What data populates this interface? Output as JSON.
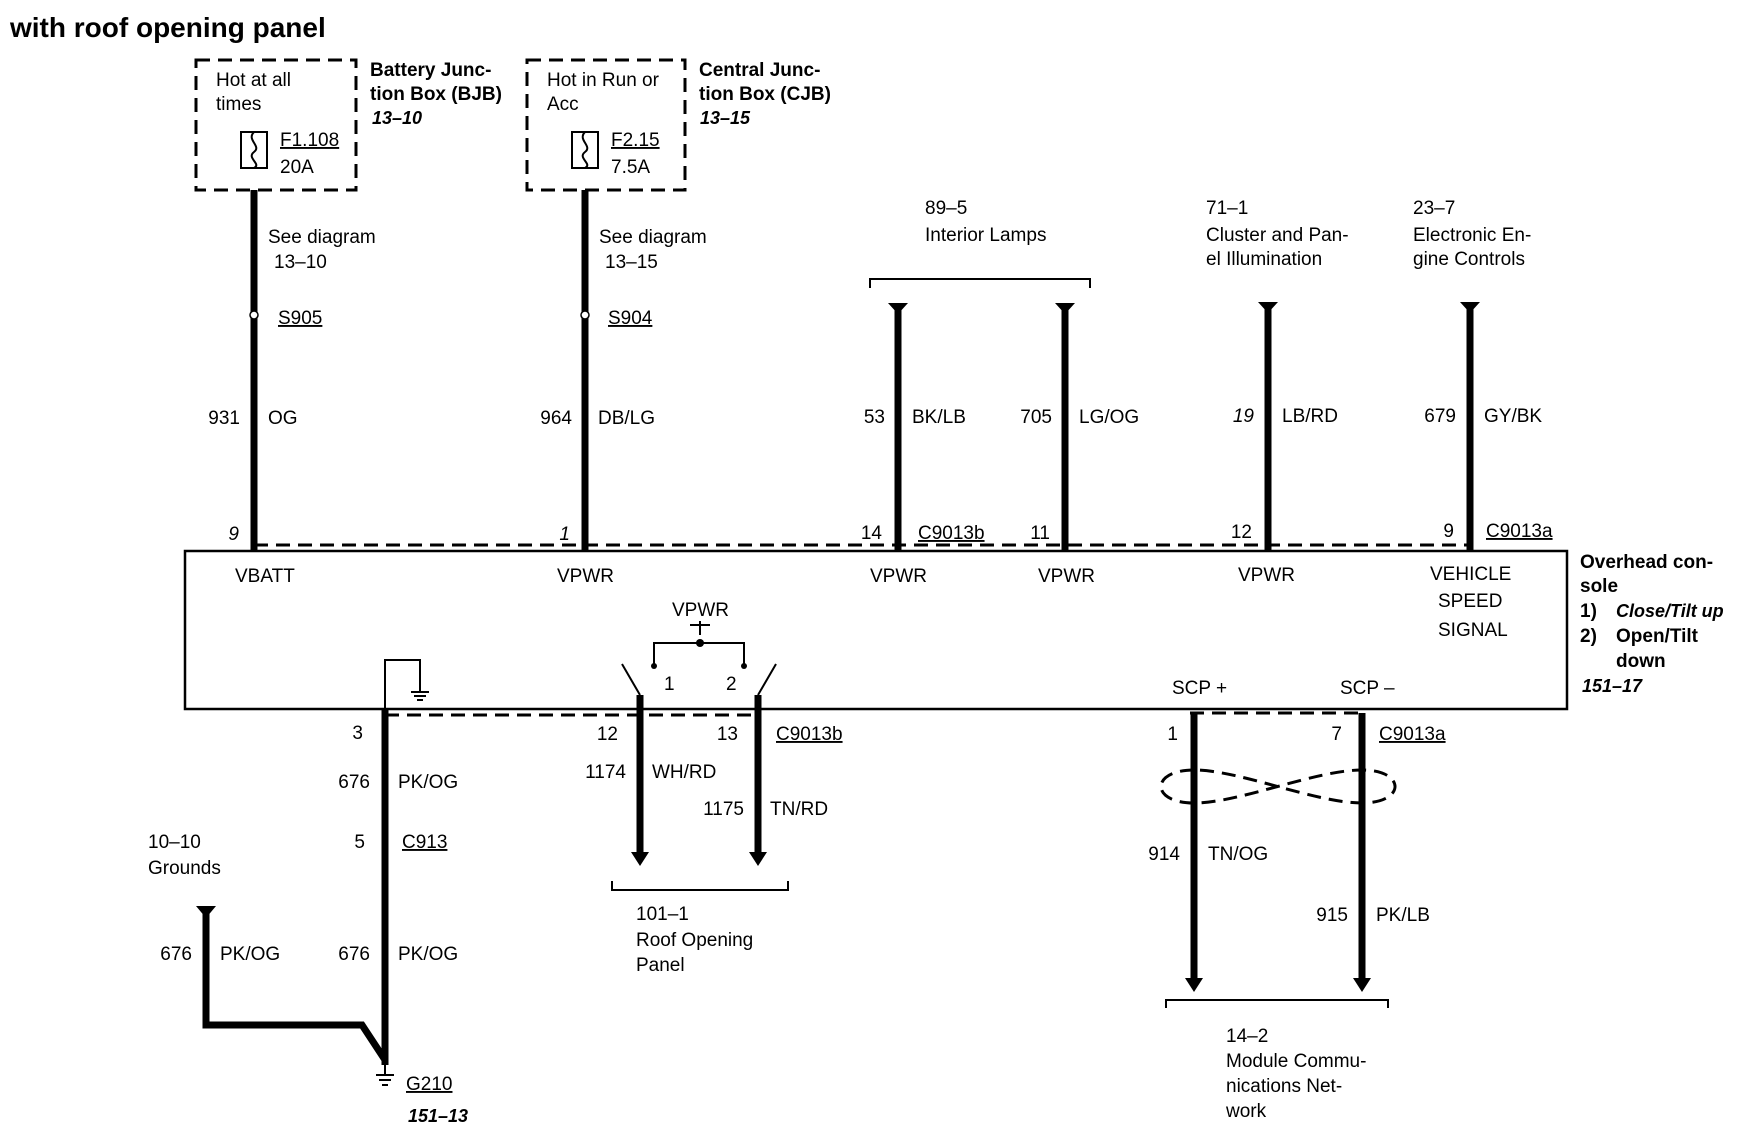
{
  "title": "with roof opening panel",
  "bjb": {
    "hot_line1": "Hot at all",
    "hot_line2": "times",
    "fuse_id": "F1.108",
    "fuse_rating": "20A",
    "name_line1": "Battery Junc-",
    "name_line2": "tion Box (BJB)",
    "page": "13–10"
  },
  "cjb": {
    "hot_line1": "Hot in Run or",
    "hot_line2": "Acc",
    "fuse_id": "F2.15",
    "fuse_rating": "7.5A",
    "name_line1": "Central Junc-",
    "name_line2": "tion Box (CJB)",
    "page": "13–15"
  },
  "see_diagram_1": {
    "line1": "See diagram",
    "line2": "13–10"
  },
  "see_diagram_2": {
    "line1": "See diagram",
    "line2": "13–15"
  },
  "splices": {
    "s905": "S905",
    "s904": "S904"
  },
  "ref_interior": {
    "page": "89–5",
    "name": "Interior Lamps"
  },
  "ref_cluster": {
    "page": "71–1",
    "line1": "Cluster and Pan-",
    "line2": "el Illumination"
  },
  "ref_engine": {
    "page": "23–7",
    "line1": "Electronic En-",
    "line2": "gine Controls"
  },
  "top_wires": [
    {
      "circuit": "931",
      "color": "OG",
      "pin": "9",
      "signal": "VBATT"
    },
    {
      "circuit": "964",
      "color": "DB/LG",
      "pin": "1",
      "signal": "VPWR"
    },
    {
      "circuit": "53",
      "color": "BK/LB",
      "pin": "14",
      "signal": "VPWR"
    },
    {
      "circuit": "705",
      "color": "LG/OG",
      "pin": "11",
      "signal": "VPWR"
    },
    {
      "circuit": "19",
      "color": "LB/RD",
      "pin": "12",
      "signal": "VPWR"
    },
    {
      "circuit": "679",
      "color": "GY/BK",
      "pin": "9",
      "signal_line1": "VEHICLE",
      "signal_line2": "SPEED",
      "signal_line3": "SIGNAL"
    }
  ],
  "connectors": {
    "c9013b_top": "C9013b",
    "c9013a_top": "C9013a",
    "c9013b_bottom": "C9013b",
    "c9013a_bottom": "C9013a",
    "c913": "C913"
  },
  "module": {
    "name_line1": "Overhead con-",
    "name_line2": "sole",
    "item1_num": "1)",
    "item1": "Close/Tilt up",
    "item2_num": "2)",
    "item2_line1": "Open/Tilt",
    "item2_line2": "down",
    "page": "151–17"
  },
  "switch": {
    "vpwr": "VPWR",
    "pos1": "1",
    "pos2": "2"
  },
  "scp": {
    "plus": "SCP +",
    "minus": "SCP –"
  },
  "bottom_wires": {
    "ground_pin": "3",
    "ground_circuit": "676",
    "ground_color": "PK/OG",
    "c913_pin": "5",
    "ground2_circuit": "676",
    "ground2_color": "PK/OG",
    "grounds_circuit": "676",
    "grounds_color": "PK/OG",
    "roof_pin1": "12",
    "roof_pin2": "13",
    "roof_circuit1": "1174",
    "roof_color1": "WH/RD",
    "roof_circuit2": "1175",
    "roof_color2": "TN/RD",
    "scp_pin1": "1",
    "scp_pin2": "7",
    "scp_circuit1": "914",
    "scp_color1": "TN/OG",
    "scp_circuit2": "915",
    "scp_color2": "PK/LB"
  },
  "ref_grounds": {
    "page": "10–10",
    "name": "Grounds"
  },
  "ref_roof": {
    "page": "101–1",
    "line1": "Roof Opening",
    "line2": "Panel"
  },
  "ref_network": {
    "page": "14–2",
    "line1": "Module Commu-",
    "line2": "nications Net-",
    "line3": "work"
  },
  "ground_point": {
    "id": "G210",
    "page": "151–13"
  }
}
